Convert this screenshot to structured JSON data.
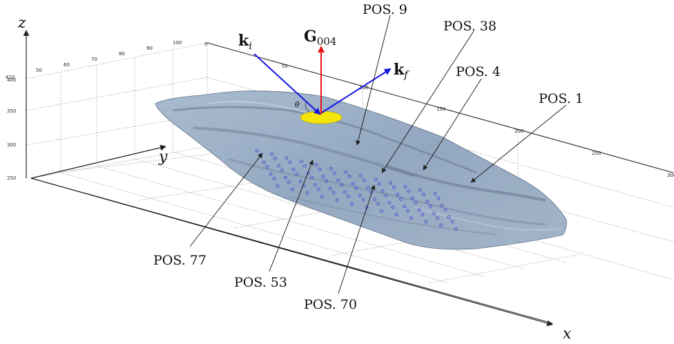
{
  "vectors": {
    "k_incident": {
      "base": "k",
      "sub": "i",
      "color": "#1414e6"
    },
    "g_vector": {
      "base": "G",
      "sub": "004",
      "color": "#e61414"
    },
    "k_final": {
      "base": "k",
      "sub": "f",
      "color": "#1414e6"
    },
    "angle_label": "θ"
  },
  "axes": {
    "x_name": "x",
    "y_name": "y",
    "z_name": "z",
    "x_ticks": [
      "0",
      "50",
      "100",
      "150",
      "200",
      "250",
      "300"
    ],
    "y_ticks": [
      "50",
      "60",
      "70",
      "80",
      "90",
      "100"
    ],
    "z_ticks": [
      "250",
      "300",
      "350",
      "400",
      "410"
    ]
  },
  "positions": [
    {
      "label": "POS. 9"
    },
    {
      "label": "POS. 38"
    },
    {
      "label": "POS. 4"
    },
    {
      "label": "POS. 1"
    },
    {
      "label": "POS. 77"
    },
    {
      "label": "POS. 53"
    },
    {
      "label": "POS. 70"
    }
  ],
  "colors": {
    "crystal_fill": "#9aaec4",
    "crystal_dark": "#6f8299",
    "beam_spot": "#f5e60a",
    "marker": "#3a3ad8",
    "grid": "#9a9a9a"
  }
}
